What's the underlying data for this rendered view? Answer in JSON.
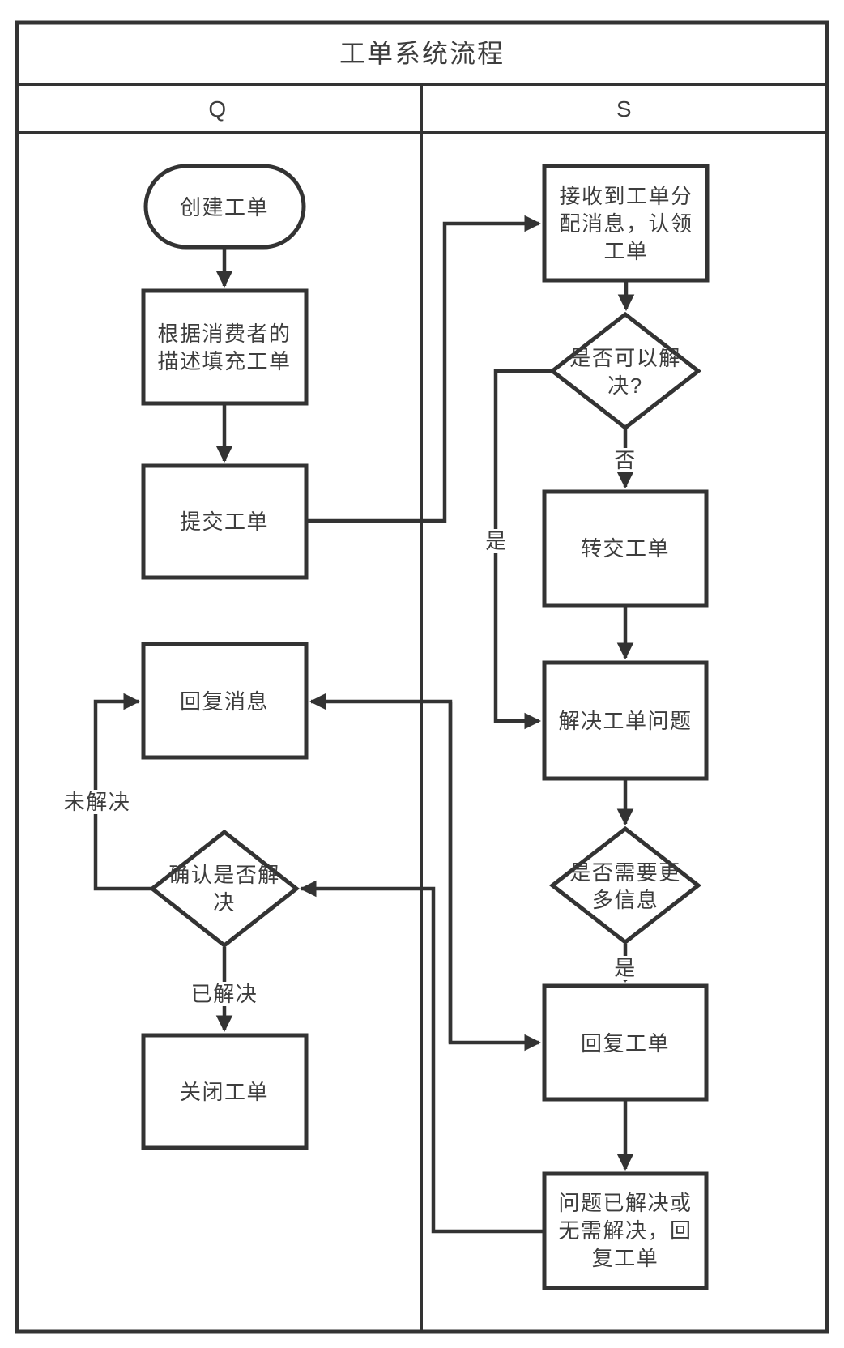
{
  "title": "工单系统流程",
  "lanes": {
    "q": "Q",
    "s": "S"
  },
  "nodes": {
    "create_ticket": "创建工单",
    "fill_ticket": "根据消费者的描述填充工单",
    "submit_ticket": "提交工单",
    "reply_message": "回复消息",
    "confirm_resolved": "确认是否解决",
    "close_ticket": "关闭工单",
    "receive_assignment": "接收到工单分配消息，认领工单",
    "can_resolve": "是否可以解决?",
    "transfer_ticket": "转交工单",
    "resolve_issue": "解决工单问题",
    "need_more_info": "是否需要更多信息",
    "reply_ticket": "回复工单",
    "resolved_reply_ticket": "问题已解决或无需解决，回复工单"
  },
  "edge_labels": {
    "no": "否",
    "yes_can_resolve": "是",
    "yes_need_info": "是",
    "unresolved": "未解决",
    "resolved": "已解决"
  },
  "colors": {
    "line": "#333333",
    "text": "#3d3d3d",
    "background": "#ffffff"
  }
}
